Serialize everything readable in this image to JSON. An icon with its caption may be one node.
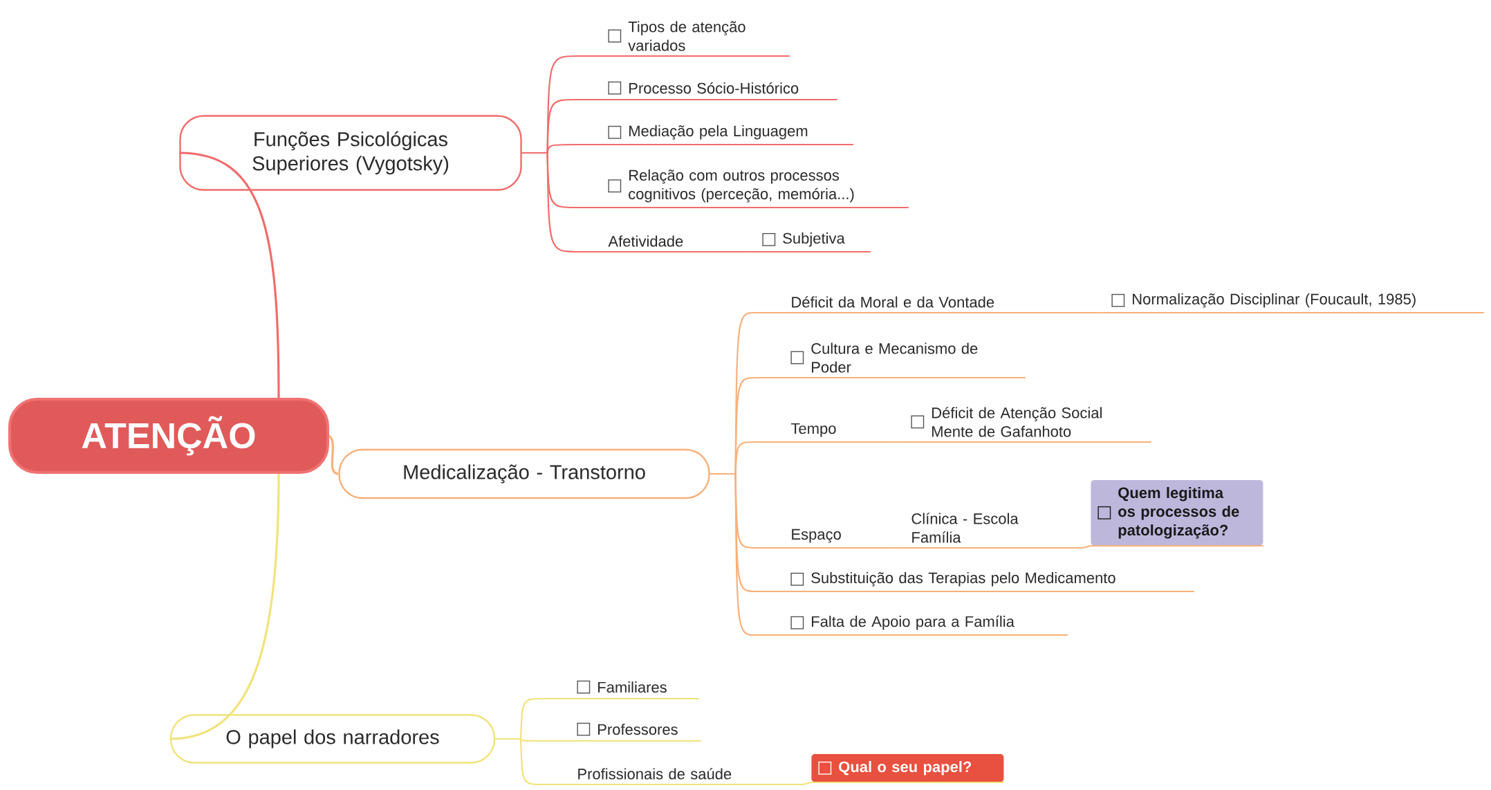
{
  "diagram": {
    "nodes": [
      {
        "text": [
          "ATENÇÃO"
        ]
      },
      {
        "text": [
          "Funções Psicológicas Superiores (Vygotsky)"
        ]
      },
      {
        "text": [
          "Tipos de atenção variados"
        ]
      },
      {
        "text": [
          "Processo Sócio-Histórico"
        ]
      },
      {
        "text": [
          "Mediação pela Linguagem"
        ]
      },
      {
        "text": [
          "Relação com outros processos cognitivos (perceção, memória...)"
        ]
      },
      {
        "text": [
          "Afetividade"
        ]
      },
      {
        "text": [
          "Subjetiva"
        ]
      },
      {
        "text": [
          "Medicalização - Transtorno"
        ]
      },
      {
        "text": [
          "Déficit da Moral e da Vontade"
        ]
      },
      {
        "text": [
          "Normalização Disciplinar (Foucault, 1985)"
        ]
      },
      {
        "text": [
          "Cultura e Mecanismo de Poder"
        ]
      },
      {
        "text": [
          "Tempo"
        ]
      },
      {
        "text": [
          "Déficit de Atenção Social Mente de Gafanhoto"
        ]
      },
      {
        "text": [
          "Espaço"
        ]
      },
      {
        "text": [
          "Clínica - Escola Família"
        ]
      },
      {
        "text": [
          "Quem legitima os processos de patologização?"
        ]
      },
      {
        "text": [
          "Substituição das Terapias pelo Medicamento"
        ]
      },
      {
        "text": [
          "Falta de Apoio para a Família"
        ]
      },
      {
        "text": [
          "O papel dos narradores"
        ]
      },
      {
        "text": [
          "Familiares"
        ]
      },
      {
        "text": [
          "Professores"
        ]
      },
      {
        "text": [
          "Profissionais de saúde"
        ]
      },
      {
        "text": [
          "Qual o seu papel?"
        ]
      }
    ],
    "edges": [
      {
        "from": 0,
        "to": 1,
        "arrow": "none",
        "color": "#f26b6b"
      },
      {
        "from": 1,
        "to": 2,
        "arrow": "none",
        "color": "#f26b6b"
      },
      {
        "from": 1,
        "to": 3,
        "arrow": "none",
        "color": "#f26b6b"
      },
      {
        "from": 1,
        "to": 4,
        "arrow": "none",
        "color": "#f26b6b"
      },
      {
        "from": 1,
        "to": 5,
        "arrow": "none",
        "color": "#f26b6b"
      },
      {
        "from": 1,
        "to": 6,
        "arrow": "none",
        "color": "#f26b6b"
      },
      {
        "from": 6,
        "to": 7,
        "arrow": "none",
        "color": "#f26b6b"
      },
      {
        "from": 0,
        "to": 8,
        "arrow": "none"
      },
      {
        "from": 8,
        "to": 9,
        "arrow": "none"
      },
      {
        "from": 9,
        "to": 10,
        "arrow": "none"
      },
      {
        "from": 8,
        "to": 11,
        "arrow": "none"
      },
      {
        "from": 8,
        "to": 12,
        "arrow": "none"
      },
      {
        "from": 12,
        "to": 13,
        "arrow": "none"
      },
      {
        "from": 8,
        "to": 14,
        "arrow": "none"
      },
      {
        "from": 14,
        "to": 15,
        "arrow": "none"
      },
      {
        "from": 15,
        "to": 16,
        "arrow": "none"
      },
      {
        "from": 8,
        "to": 17,
        "arrow": "none"
      },
      {
        "from": 8,
        "to": 18,
        "arrow": "none"
      },
      {
        "from": 0,
        "to": 19,
        "arrow": "none",
        "color": "#f2e27a"
      },
      {
        "from": 19,
        "to": 20,
        "arrow": "none",
        "color": "#f2e27a"
      },
      {
        "from": 19,
        "to": 21,
        "arrow": "none",
        "color": "#f2e27a"
      },
      {
        "from": 19,
        "to": 22,
        "arrow": "none",
        "color": "#f2e27a"
      },
      {
        "from": 22,
        "to": 23,
        "arrow": "none",
        "color": "#f2e27a"
      }
    ]
  }
}
